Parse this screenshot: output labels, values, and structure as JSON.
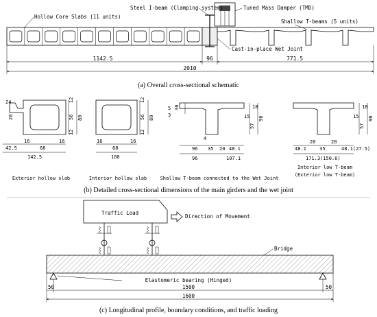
{
  "overall": {
    "labels": {
      "hollow_core": "Hollow Core Slabs (11 units)",
      "steel_ibeam": "Steel I-beam (Clamping system)",
      "tmd": "Tuned Mass Damper (TMD)",
      "shallow_t": "Shallow T-beams (5 units)",
      "wet_joint": "Cast-in-place Wet Joint"
    },
    "dims": {
      "left": "1142.5",
      "mid": "96",
      "right": "771.5",
      "total": "2010"
    },
    "caption_letter": "(a)",
    "caption_text": "Overall cross-sectional schematic"
  },
  "details": {
    "exterior_slab": {
      "d24": "24",
      "d20": "20",
      "d12a": "12",
      "d56": "56",
      "d12b": "12",
      "d80": "80",
      "d425": "42.5",
      "d16a": "16",
      "d68": "68",
      "d16b": "16",
      "d1425": "142.5",
      "label": "Exterior hollow slab"
    },
    "interior_slab": {
      "d12a": "12",
      "d56": "56",
      "d12b": "12",
      "d80": "80",
      "d16a": "16",
      "d68": "68",
      "d16b": "16",
      "d100": "100",
      "label": "Interior hollow slab"
    },
    "shallow_t": {
      "d5": "5",
      "d30": "30",
      "d3": "3",
      "d15": "15",
      "d18": "18",
      "d57": "57",
      "d90": "90",
      "d4": "4",
      "d96a": "96",
      "d35": "35",
      "d20": "20",
      "d481": "48.1",
      "d96b": "96",
      "d1071": "107.1",
      "label": "Shallow T-beam connected to the Wet Joint"
    },
    "interior_t": {
      "d15": "15",
      "d18": "18",
      "d57": "57",
      "d90": "90",
      "d481a": "48.1",
      "d20a": "20",
      "d35": "35",
      "d20b": "20",
      "d481b": "48.1(27.5)",
      "d171": "171.3(150.6)",
      "label1": "Interior low T-beam",
      "label2": "(Exterior low T-beam)"
    },
    "caption_letter": "(b)",
    "caption_text": "Detailed cross-sectional dimensions of the main girders and the wet joint"
  },
  "longitudinal": {
    "traffic_load": "Traffic Load",
    "direction": "Direction of Movement",
    "bridge": "Bridge",
    "bearing": "Elastomeric bearing (Hinged)",
    "dims": {
      "left": "50",
      "mid": "1500",
      "right": "50",
      "total": "1600"
    },
    "caption_letter": "(c)",
    "caption_text": "Longitudinal profile, boundary conditions, and traffic loading"
  }
}
